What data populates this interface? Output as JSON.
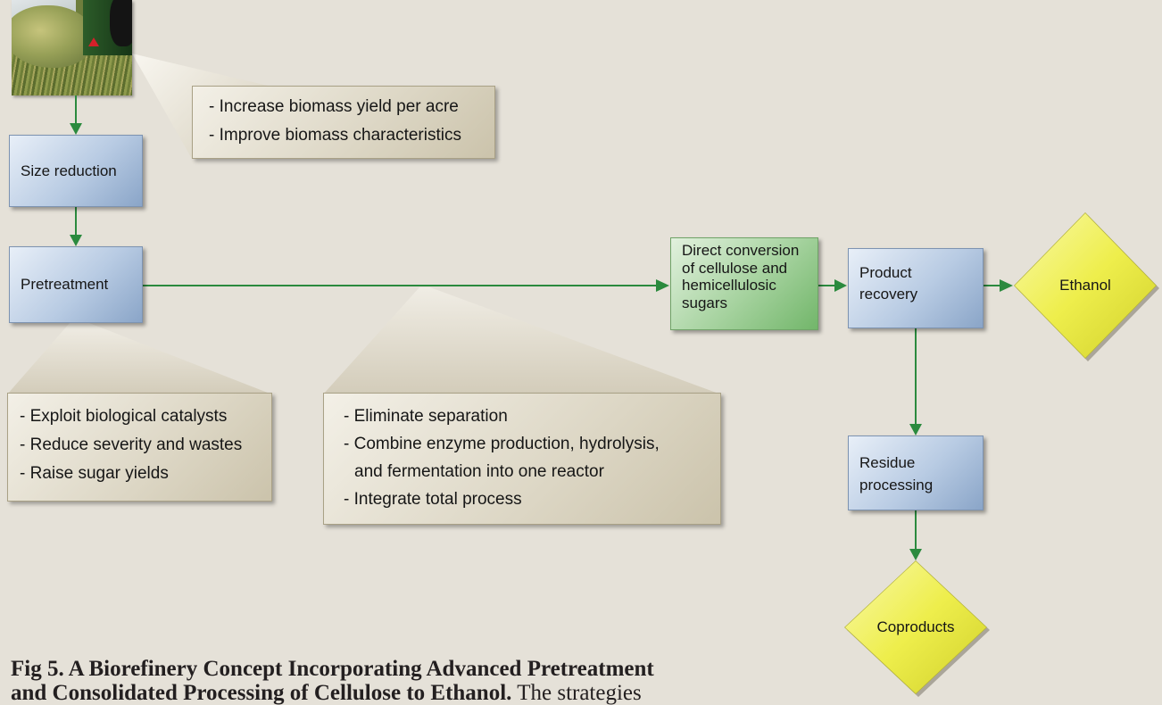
{
  "diagram": {
    "nodes": {
      "size_reduction": "Size reduction",
      "pretreatment": "Pretreatment",
      "direct_conversion": [
        "Direct conversion",
        "of cellulose and",
        "hemicellulosic",
        "sugars"
      ],
      "product_recovery": [
        "Product",
        "recovery"
      ],
      "residue_processing": [
        "Residue",
        "processing"
      ],
      "ethanol": "Ethanol",
      "coproducts": "Coproducts"
    },
    "callouts": {
      "biomass": [
        "- Increase biomass yield per acre",
        "- Improve biomass characteristics"
      ],
      "pretreatment": [
        "- Exploit biological catalysts",
        "- Reduce severity and wastes",
        "- Raise sugar yields"
      ],
      "consolidated_processing": [
        "- Eliminate separation",
        "- Combine enzyme production, hydrolysis,",
        "and fermentation into one reactor",
        "- Integrate total process"
      ]
    }
  },
  "caption": {
    "title_line1": "Fig 5. A Biorefinery Concept Incorporating Advanced Pretreatment",
    "title_line2": "and Consolidated Processing of Cellulose to Ethanol.",
    "text": "The strategies"
  },
  "colors": {
    "background": "#e5e1d8",
    "connector": "#2b8a3e",
    "process_box": "#b8cbe3",
    "conversion_box": "#a5d29e",
    "output_diamond": "#eeee4c",
    "callout_box": "#dcd6c4"
  }
}
